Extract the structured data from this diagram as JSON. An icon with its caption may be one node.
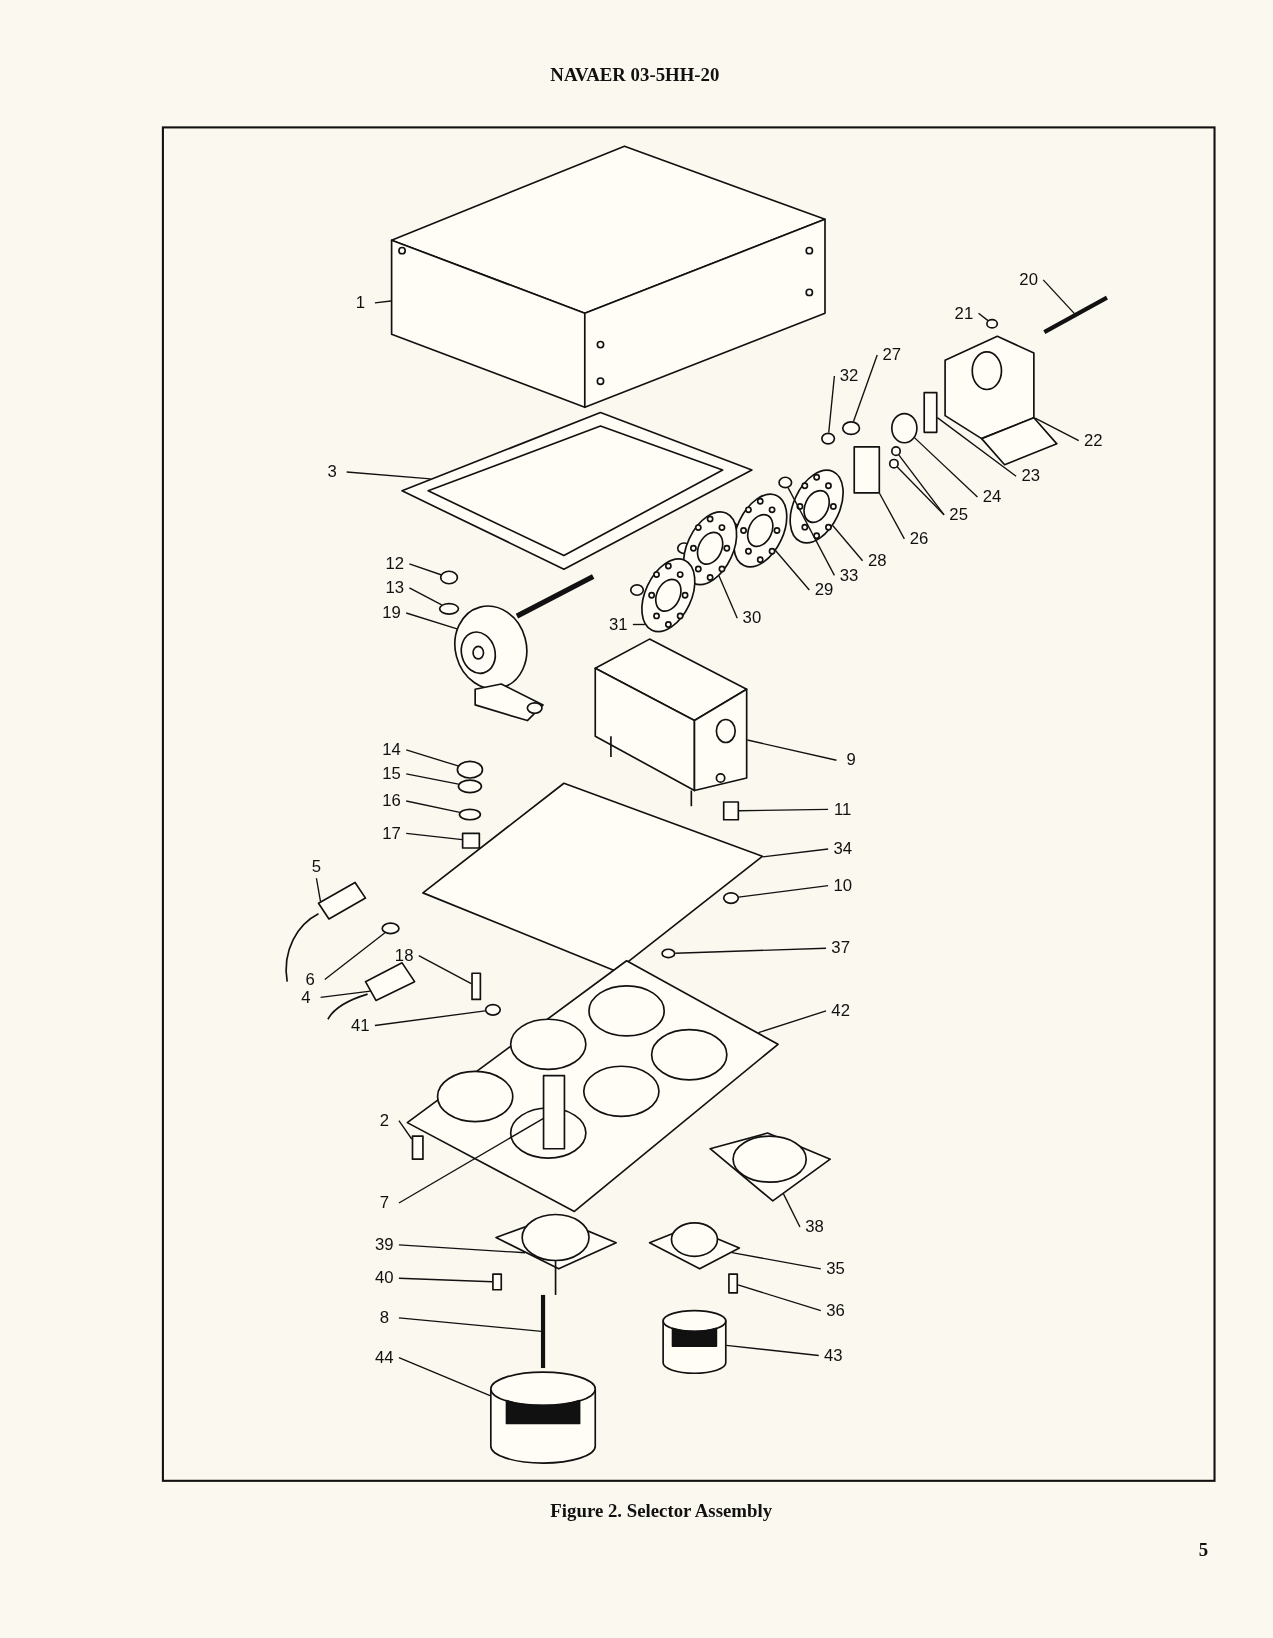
{
  "diagram": {
    "title": "NAVAER 03-5HH-20",
    "caption": "Figure 2. Selector Assembly",
    "nodes": [
      {
        "text": [
          "20"
        ]
      },
      {
        "text": [
          "21"
        ]
      },
      {
        "text": [
          "32"
        ]
      },
      {
        "text": [
          "27"
        ]
      },
      {
        "text": [
          "22"
        ]
      },
      {
        "text": [
          "1"
        ]
      },
      {
        "text": [
          "23"
        ]
      },
      {
        "text": [
          "24"
        ]
      },
      {
        "text": [
          "25"
        ]
      },
      {
        "text": [
          "26"
        ]
      },
      {
        "text": [
          "28"
        ]
      },
      {
        "text": [
          "33"
        ]
      },
      {
        "text": [
          "3"
        ]
      },
      {
        "text": [
          "29"
        ]
      },
      {
        "text": [
          "30"
        ]
      },
      {
        "text": [
          "31"
        ]
      },
      {
        "text": [
          "12"
        ]
      },
      {
        "text": [
          "13"
        ]
      },
      {
        "text": [
          "19"
        ]
      },
      {
        "text": [
          "14"
        ]
      },
      {
        "text": [
          "9"
        ]
      },
      {
        "text": [
          "15"
        ]
      },
      {
        "text": [
          "16"
        ]
      },
      {
        "text": [
          "11"
        ]
      },
      {
        "text": [
          "17"
        ]
      },
      {
        "text": [
          "34"
        ]
      },
      {
        "text": [
          "5"
        ]
      },
      {
        "text": [
          "10"
        ]
      },
      {
        "text": [
          "37"
        ]
      },
      {
        "text": [
          "18"
        ]
      },
      {
        "text": [
          "6"
        ]
      },
      {
        "text": [
          "4"
        ]
      },
      {
        "text": [
          "42"
        ]
      },
      {
        "text": [
          "41"
        ]
      },
      {
        "text": [
          "2"
        ]
      },
      {
        "text": [
          "7"
        ]
      },
      {
        "text": [
          "38"
        ]
      },
      {
        "text": [
          "39"
        ]
      },
      {
        "text": [
          "35"
        ]
      },
      {
        "text": [
          "40"
        ]
      },
      {
        "text": [
          "36"
        ]
      },
      {
        "text": [
          "8"
        ]
      },
      {
        "text": [
          "43"
        ]
      },
      {
        "text": [
          "44"
        ]
      },
      {
        "text": [],
        "shape": "picture"
      },
      {
        "text": [],
        "shape": "circle"
      },
      {
        "text": [],
        "shape": "circle"
      },
      {
        "text": [],
        "shape": "circle"
      },
      {
        "text": [],
        "shape": "picture"
      },
      {
        "text": [],
        "shape": "picture"
      },
      {
        "text": [],
        "shape": "box"
      },
      {
        "text": [],
        "shape": "circle"
      },
      {
        "text": [],
        "shape": "circle"
      },
      {
        "text": [],
        "shape": "box"
      },
      {
        "text": [],
        "shape": "picture"
      },
      {
        "text": [],
        "shape": "circle"
      },
      {
        "text": [],
        "shape": "picture"
      },
      {
        "text": [],
        "shape": "picture"
      },
      {
        "text": [],
        "shape": "picture"
      },
      {
        "text": [],
        "shape": "picture"
      },
      {
        "text": [],
        "shape": "circle"
      },
      {
        "text": [],
        "shape": "circle"
      },
      {
        "text": [],
        "shape": "picture"
      },
      {
        "text": [],
        "shape": "circle"
      },
      {
        "text": [],
        "shape": "picture"
      },
      {
        "text": [],
        "shape": "circle"
      },
      {
        "text": [],
        "shape": "circle"
      },
      {
        "text": [],
        "shape": "box"
      },
      {
        "text": [],
        "shape": "box"
      },
      {
        "text": [],
        "shape": "picture"
      },
      {
        "text": [],
        "shape": "picture"
      },
      {
        "text": [],
        "shape": "circle"
      },
      {
        "text": [],
        "shape": "circle"
      },
      {
        "text": [],
        "shape": "box"
      },
      {
        "text": [],
        "shape": "circle"
      },
      {
        "text": [],
        "shape": "picture"
      },
      {
        "text": [],
        "shape": "picture"
      },
      {
        "text": [],
        "shape": "circle"
      },
      {
        "text": [],
        "shape": "box"
      },
      {
        "text": [],
        "shape": "box",
        "in": 76
      },
      {
        "text": [],
        "shape": "picture"
      },
      {
        "text": [],
        "shape": "picture"
      },
      {
        "text": [],
        "shape": "picture"
      },
      {
        "text": [],
        "shape": "box"
      },
      {
        "text": [],
        "shape": "box"
      },
      {
        "text": [],
        "shape": "picture"
      },
      {
        "text": [],
        "shape": "cylinder"
      },
      {
        "text": [],
        "shape": "cylinder"
      }
    ],
    "edges": [
      {
        "from": 0,
        "to": 44,
        "arrow": "none"
      },
      {
        "from": 1,
        "to": 45,
        "arrow": "none"
      },
      {
        "from": 2,
        "to": 46,
        "arrow": "none"
      },
      {
        "from": 3,
        "to": 47,
        "arrow": "none"
      },
      {
        "from": 4,
        "to": 48,
        "arrow": "none"
      },
      {
        "from": 5,
        "to": 49,
        "arrow": "none"
      },
      {
        "from": 6,
        "to": 50,
        "arrow": "none"
      },
      {
        "from": 7,
        "to": 51,
        "arrow": "none"
      },
      {
        "from": 8,
        "to": 52,
        "arrow": "none"
      },
      {
        "from": 8,
        "to": 52,
        "arrow": "none"
      },
      {
        "from": 9,
        "to": 53,
        "arrow": "none"
      },
      {
        "from": 10,
        "to": 54,
        "arrow": "none"
      },
      {
        "from": 11,
        "to": 55,
        "arrow": "none"
      },
      {
        "from": 12,
        "to": 56,
        "arrow": "none"
      },
      {
        "from": 13,
        "to": 57,
        "arrow": "none"
      },
      {
        "from": 14,
        "to": 58,
        "arrow": "none"
      },
      {
        "from": 15,
        "to": 59,
        "arrow": "none"
      },
      {
        "from": 16,
        "to": 60,
        "arrow": "none"
      },
      {
        "from": 17,
        "to": 61,
        "arrow": "none"
      },
      {
        "from": 18,
        "to": 62,
        "arrow": "none"
      },
      {
        "from": 19,
        "to": 63,
        "arrow": "none"
      },
      {
        "from": 20,
        "to": 64,
        "arrow": "none"
      },
      {
        "from": 21,
        "to": 65,
        "arrow": "none"
      },
      {
        "from": 22,
        "to": 66,
        "arrow": "none"
      },
      {
        "from": 23,
        "to": 67,
        "arrow": "none"
      },
      {
        "from": 24,
        "to": 68,
        "arrow": "none"
      },
      {
        "from": 25,
        "to": 69,
        "arrow": "none"
      },
      {
        "from": 26,
        "to": 70,
        "arrow": "none"
      },
      {
        "from": 27,
        "to": 71,
        "arrow": "none"
      },
      {
        "from": 28,
        "to": 72,
        "arrow": "none"
      },
      {
        "from": 29,
        "to": 73,
        "arrow": "none"
      },
      {
        "from": 30,
        "to": 74,
        "arrow": "none"
      },
      {
        "from": 31,
        "to": 75,
        "arrow": "none"
      },
      {
        "from": 32,
        "to": 76,
        "arrow": "none"
      },
      {
        "from": 33,
        "to": 77,
        "arrow": "none"
      },
      {
        "from": 34,
        "to": 78,
        "arrow": "none"
      },
      {
        "from": 35,
        "to": 79,
        "arrow": "none"
      },
      {
        "from": 36,
        "to": 80,
        "arrow": "none"
      },
      {
        "from": 37,
        "to": 81,
        "arrow": "none"
      },
      {
        "from": 38,
        "to": 82,
        "arrow": "none"
      },
      {
        "from": 39,
        "to": 83,
        "arrow": "none"
      },
      {
        "from": 40,
        "to": 84,
        "arrow": "none"
      },
      {
        "from": 41,
        "to": 85,
        "arrow": "none"
      },
      {
        "from": 42,
        "to": 86,
        "arrow": "none"
      },
      {
        "from": 43,
        "to": 87,
        "arrow": "none"
      }
    ],
    "labels": [
      "5"
    ]
  }
}
